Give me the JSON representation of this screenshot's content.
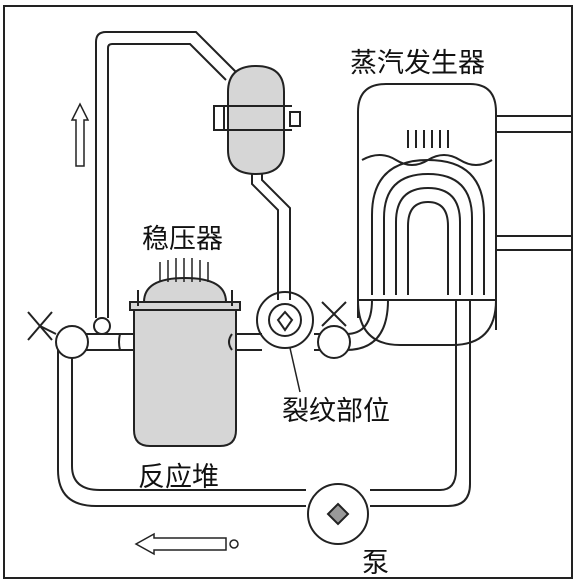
{
  "labels": {
    "steam_generator": "蒸汽发生器",
    "pressurizer": "稳压器",
    "crack_location": "裂纹部位",
    "reactor": "反应堆",
    "pump": "泵"
  }
}
